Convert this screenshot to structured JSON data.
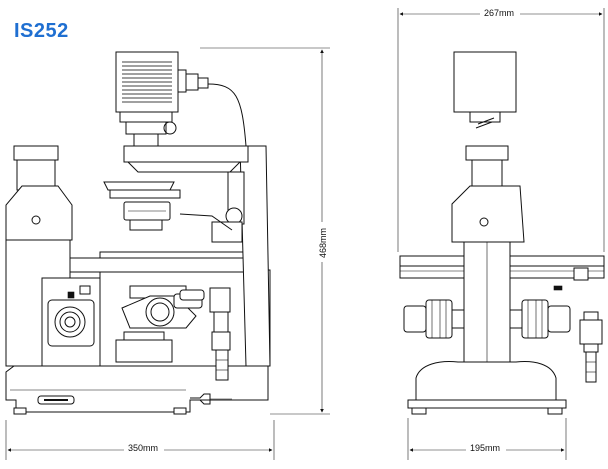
{
  "model": "IS252",
  "dimensions": {
    "side_width": "350mm",
    "height": "468mm",
    "front_width": "195mm",
    "overall_width": "267mm"
  },
  "colors": {
    "title": "#1f6fd1",
    "line": "#111111"
  }
}
